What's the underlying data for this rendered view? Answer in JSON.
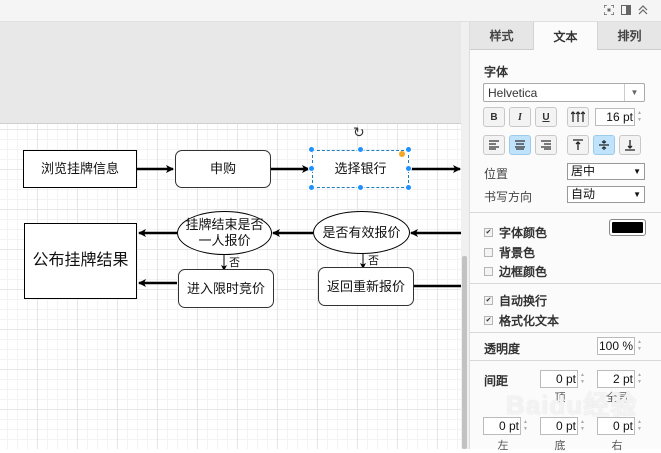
{
  "topbar": {
    "icons": [
      "fullscreen-icon",
      "format-panel-icon",
      "collapse-icon"
    ]
  },
  "diagram": {
    "nodes": {
      "browse": "浏览挂牌信息",
      "subscribe": "申购",
      "choose_bank": "选择银行",
      "publish": "公布挂牌结果",
      "single_bid": "挂牌结束是否一人报价",
      "valid_bid": "是否有效报价",
      "timed_bid": "进入限时竞价",
      "re_bid": "返回重新报价"
    },
    "edge_labels": {
      "no1": "否",
      "no2": "否"
    }
  },
  "panel": {
    "tabs": [
      {
        "label": "样式",
        "active": false
      },
      {
        "label": "文本",
        "active": true
      },
      {
        "label": "排列",
        "active": false
      }
    ],
    "font_section": "字体",
    "font_family": "Helvetica",
    "style_buttons": {
      "bold": "B",
      "italic": "I",
      "underline": "U"
    },
    "font_size": "16 pt",
    "align": {
      "selected": "center"
    },
    "valign": {
      "selected": "middle"
    },
    "position_label": "位置",
    "position_value": "居中",
    "direction_label": "书写方向",
    "direction_value": "自动",
    "font_color": {
      "label": "字体颜色",
      "checked": true,
      "color": "#000000"
    },
    "background_color": {
      "label": "背景色",
      "checked": false
    },
    "border_color": {
      "label": "边框颜色",
      "checked": false
    },
    "word_wrap": {
      "label": "自动换行",
      "checked": true
    },
    "formatted_text": {
      "label": "格式化文本",
      "checked": true
    },
    "opacity_label": "透明度",
    "opacity_value": "100 %",
    "spacing_label": "间距",
    "spacing": {
      "top": {
        "label": "顶",
        "value": "0 pt"
      },
      "global": {
        "label": "全局",
        "value": "2 pt"
      },
      "left": {
        "label": "左",
        "value": "0 pt"
      },
      "bottom": {
        "label": "底",
        "value": "0 pt"
      },
      "right": {
        "label": "右",
        "value": "0 pt"
      }
    }
  },
  "watermark": "Baidu经验"
}
